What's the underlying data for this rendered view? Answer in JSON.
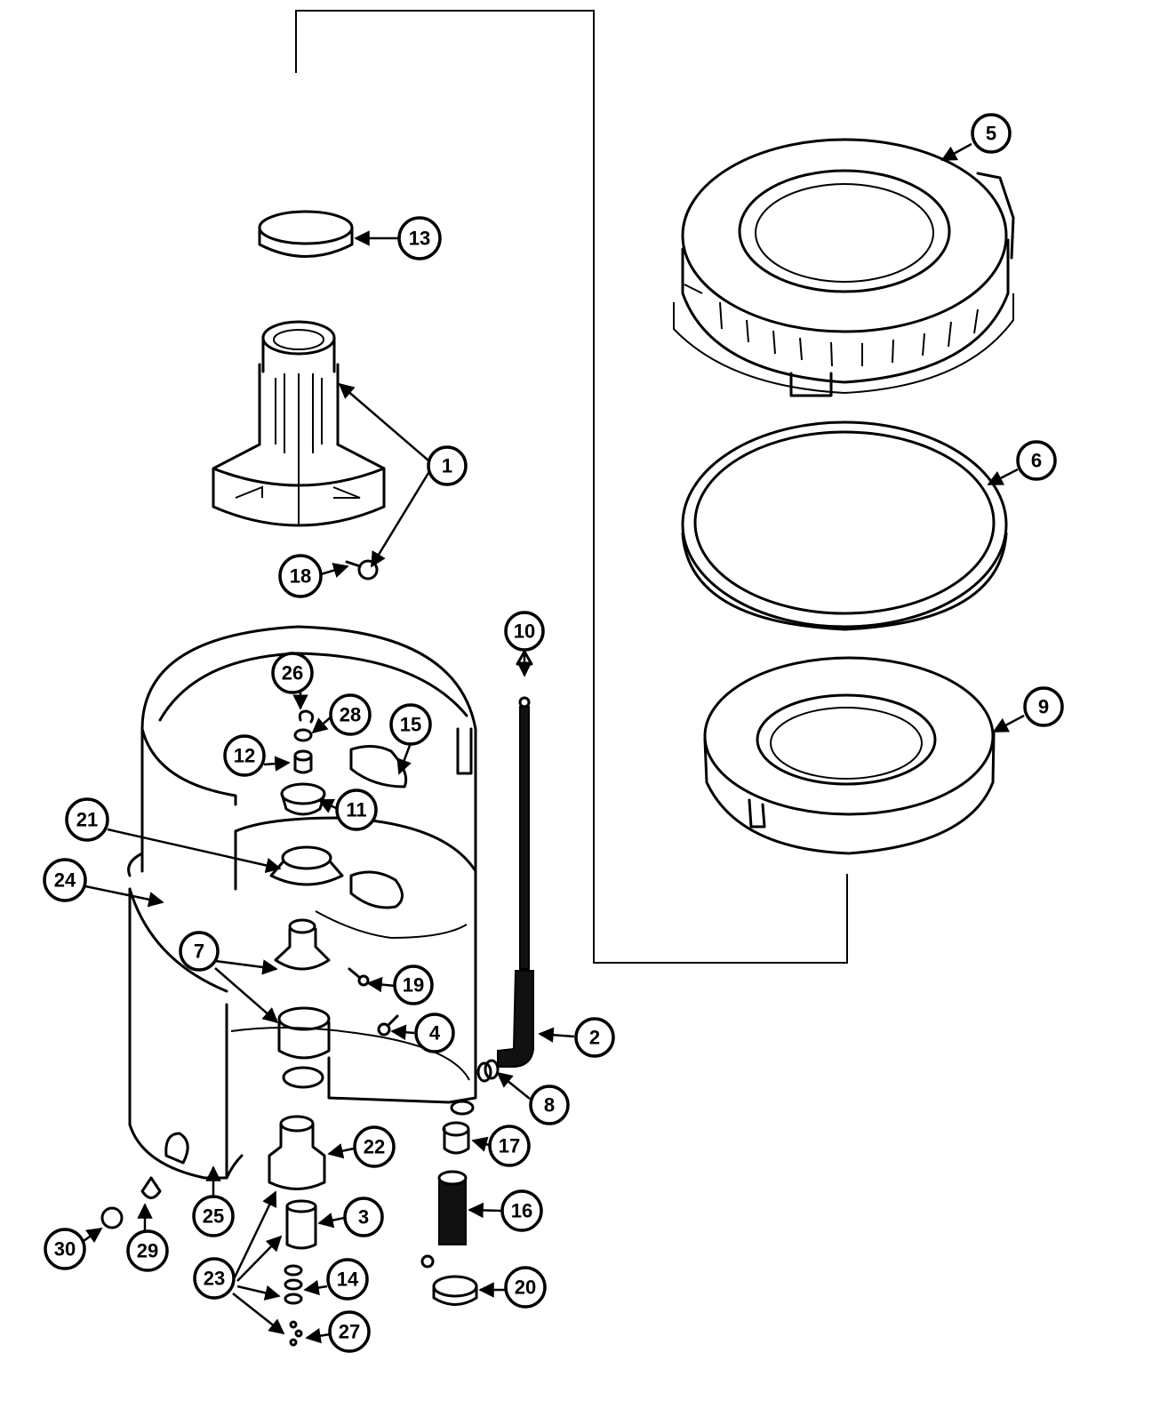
{
  "callouts": [
    {
      "id": "5",
      "label": "5"
    },
    {
      "id": "6",
      "label": "6"
    },
    {
      "id": "9",
      "label": "9"
    },
    {
      "id": "13",
      "label": "13"
    },
    {
      "id": "1",
      "label": "1"
    },
    {
      "id": "18",
      "label": "18"
    },
    {
      "id": "10",
      "label": "10"
    },
    {
      "id": "26",
      "label": "26"
    },
    {
      "id": "28",
      "label": "28"
    },
    {
      "id": "12",
      "label": "12"
    },
    {
      "id": "15",
      "label": "15"
    },
    {
      "id": "11",
      "label": "11"
    },
    {
      "id": "21",
      "label": "21"
    },
    {
      "id": "24",
      "label": "24"
    },
    {
      "id": "7",
      "label": "7"
    },
    {
      "id": "19",
      "label": "19"
    },
    {
      "id": "4",
      "label": "4"
    },
    {
      "id": "2",
      "label": "2"
    },
    {
      "id": "8",
      "label": "8"
    },
    {
      "id": "17",
      "label": "17"
    },
    {
      "id": "22",
      "label": "22"
    },
    {
      "id": "16",
      "label": "16"
    },
    {
      "id": "3",
      "label": "3"
    },
    {
      "id": "25",
      "label": "25"
    },
    {
      "id": "23",
      "label": "23"
    },
    {
      "id": "14",
      "label": "14"
    },
    {
      "id": "20",
      "label": "20"
    },
    {
      "id": "27",
      "label": "27"
    },
    {
      "id": "30",
      "label": "30"
    },
    {
      "id": "29",
      "label": "29"
    }
  ]
}
